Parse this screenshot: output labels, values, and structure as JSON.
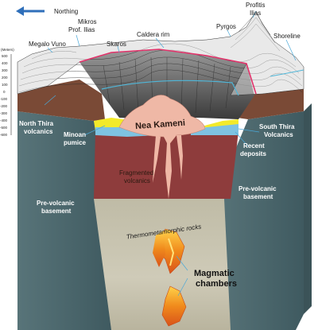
{
  "direction": {
    "label": "Northing"
  },
  "axis": {
    "unit": "(Meters)",
    "ticks": [
      "500",
      "400",
      "300",
      "200",
      "100",
      "0",
      "-100",
      "-200",
      "-300",
      "-400",
      "-500",
      "-600"
    ]
  },
  "labels": {
    "profitis": "Profitis",
    "ilias": "Ilias",
    "mikros": "Mikros",
    "prof_ilias": "Prof. Ilias",
    "megalo_vuno": "Megalo Vuno",
    "caldera_rim": "Caldera rim",
    "pyrgos": "Pyrgos",
    "skaros": "Skaros",
    "shoreline": "Shoreline",
    "nea_kameni": "Nea Kameni",
    "north_thira_1": "North Thira",
    "north_thira_2": "volcanics",
    "south_thira_1": "South Thira",
    "south_thira_2": "Volcanics",
    "minoan_1": "Minoan",
    "minoan_2": "pumice",
    "recent_1": "Recent",
    "recent_2": "deposits",
    "fragmented_1": "Fragmented",
    "fragmented_2": "volcanics",
    "prevolc_left_1": "Pre-volcanic",
    "prevolc_left_2": "basement",
    "prevolc_right_1": "Pre-volcanic",
    "prevolc_right_2": "basement",
    "thermo": "Thermometamorphic rocks",
    "magmatic_1": "Magmatic",
    "magmatic_2": "chambers"
  },
  "colors": {
    "basement": "#4f6b70",
    "thermo": "#c9c5b2",
    "brown": "#7a4a36",
    "fragmented": "#8e3c3c",
    "pumice": "#f3ea2a",
    "recent": "#7ec3e2",
    "nea_kameni": "#efb8a6",
    "magma": "#f08a1c",
    "caldera_rim": "#e2336b",
    "contour": "#2a2a2a",
    "arrow": "#2f6fba"
  }
}
